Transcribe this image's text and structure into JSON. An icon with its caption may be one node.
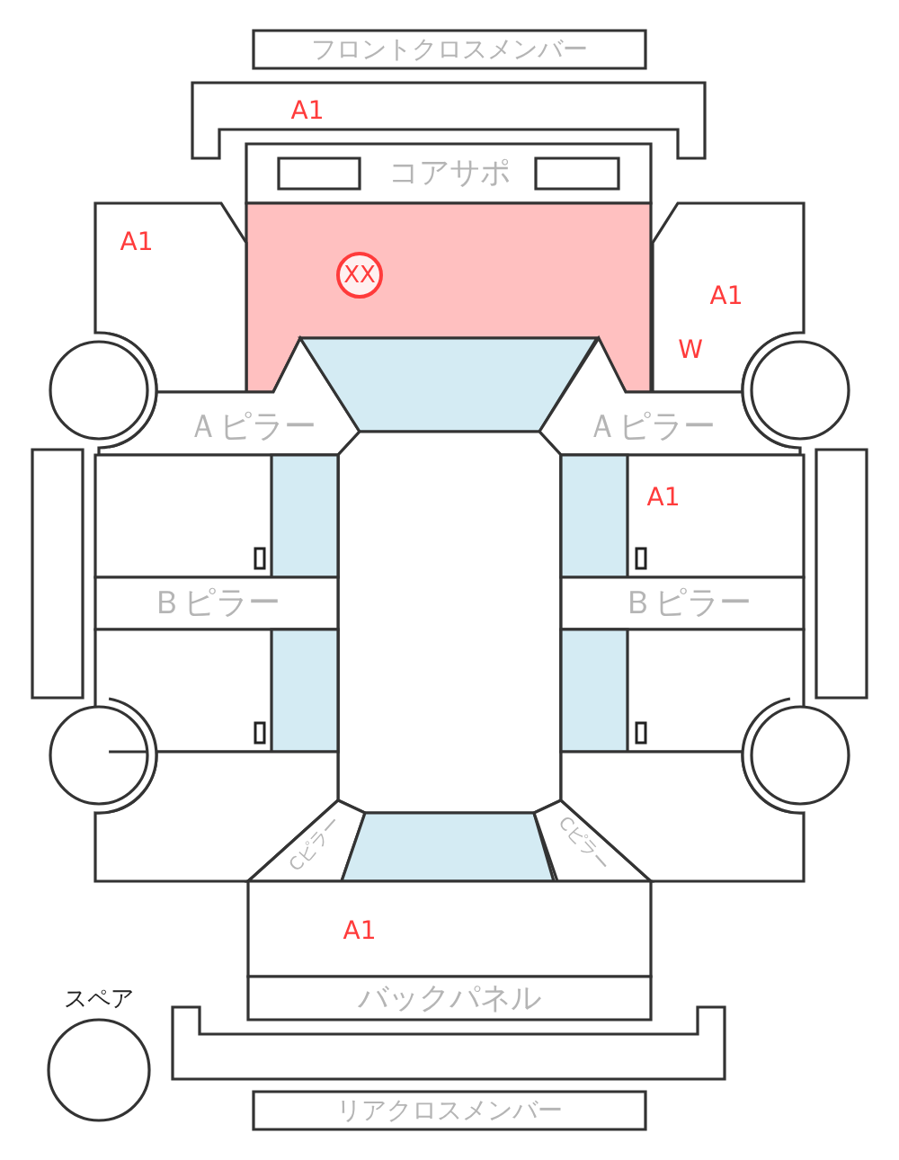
{
  "diagram": {
    "nodes": [
      {
        "text": [
          "フロントクロスメンバー"
        ]
      },
      {
        "text": [
          "A1"
        ]
      },
      {
        "text": [
          "コアサポ"
        ]
      },
      {
        "text": [],
        "shape": "box",
        "in": 2
      },
      {
        "text": [],
        "shape": "box",
        "in": 2
      },
      {
        "text": [
          "XX"
        ]
      },
      {
        "text": [
          "A1"
        ]
      },
      {
        "text": [
          "A1",
          "W"
        ]
      },
      {
        "text": [],
        "shape": "circle"
      },
      {
        "text": [],
        "shape": "circle"
      },
      {
        "text": [
          "Ａピラー"
        ]
      },
      {
        "text": [],
        "shape": "box"
      },
      {
        "text": [
          "Ａピラー"
        ]
      },
      {
        "text": [],
        "shape": "box"
      },
      {
        "text": [],
        "shape": "box"
      },
      {
        "text": [],
        "shape": "box"
      },
      {
        "text": [],
        "shape": "box",
        "in": 15
      },
      {
        "text": [
          "A1"
        ]
      },
      {
        "text": [],
        "shape": "box",
        "in": 17
      },
      {
        "text": [],
        "shape": "box"
      },
      {
        "text": [
          "Ｂピラー"
        ]
      },
      {
        "text": [
          "Ｂピラー"
        ]
      },
      {
        "text": [],
        "shape": "box"
      },
      {
        "text": [],
        "shape": "box",
        "in": 22
      },
      {
        "text": [],
        "shape": "box"
      },
      {
        "text": [],
        "shape": "box",
        "in": 24
      },
      {
        "text": [],
        "shape": "circle"
      },
      {
        "text": [],
        "shape": "circle"
      },
      {
        "text": [],
        "shape": "box"
      },
      {
        "text": [
          "Cピラー"
        ]
      },
      {
        "text": [],
        "shape": "box"
      },
      {
        "text": [
          "Cピラー"
        ]
      },
      {
        "text": [],
        "shape": "box"
      },
      {
        "text": [
          "A1"
        ]
      },
      {
        "text": [
          "バックパネル"
        ]
      },
      {
        "text": [],
        "shape": "box"
      },
      {
        "text": [
          "リアクロスメンバー"
        ]
      },
      {
        "text": [],
        "shape": "circle",
        "beside": [
          "スペア"
        ]
      }
    ]
  }
}
